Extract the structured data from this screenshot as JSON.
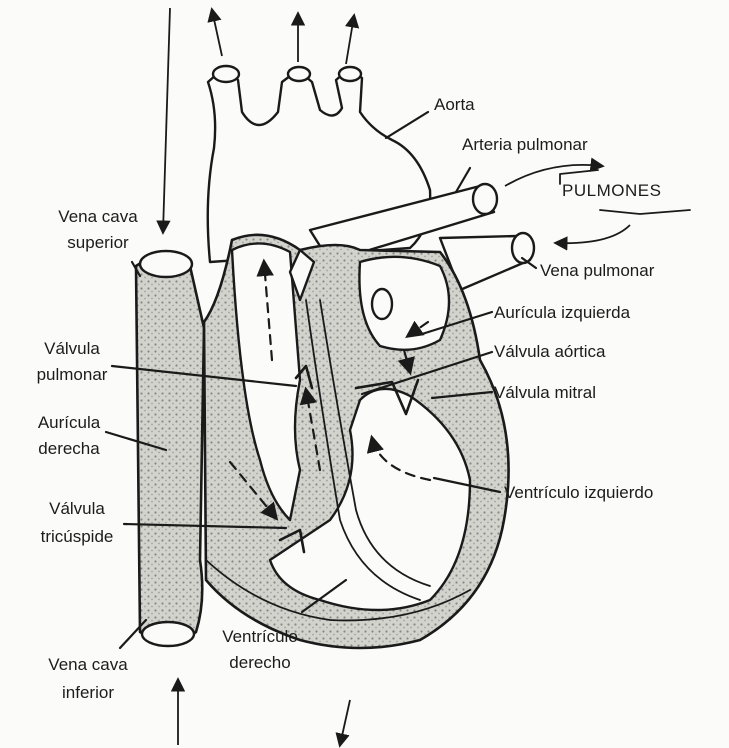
{
  "labels": {
    "aorta": "Aorta",
    "arteria_pulmonar": "Arteria pulmonar",
    "pulmones": "PULMONES",
    "vena_cava_superior_1": "Vena cava",
    "vena_cava_superior_2": "superior",
    "vena_pulmonar": "Vena pulmonar",
    "auricula_izquierda": "Aurícula izquierda",
    "valvula_pulmonar_1": "Válvula",
    "valvula_pulmonar_2": "pulmonar",
    "valvula_aortica": "Válvula aórtica",
    "valvula_mitral": "Válvula mitral",
    "auricula_derecha_1": "Aurícula",
    "auricula_derecha_2": "derecha",
    "ventriculo_izquierdo": "Ventrículo izquierdo",
    "valvula_tricuspide_1": "Válvula",
    "valvula_tricuspide_2": "tricúspide",
    "ventriculo_derecho_1": "Ventrículo",
    "ventriculo_derecho_2": "derecho",
    "vena_cava_inferior_1": "Vena cava",
    "vena_cava_inferior_2": "inferior"
  }
}
